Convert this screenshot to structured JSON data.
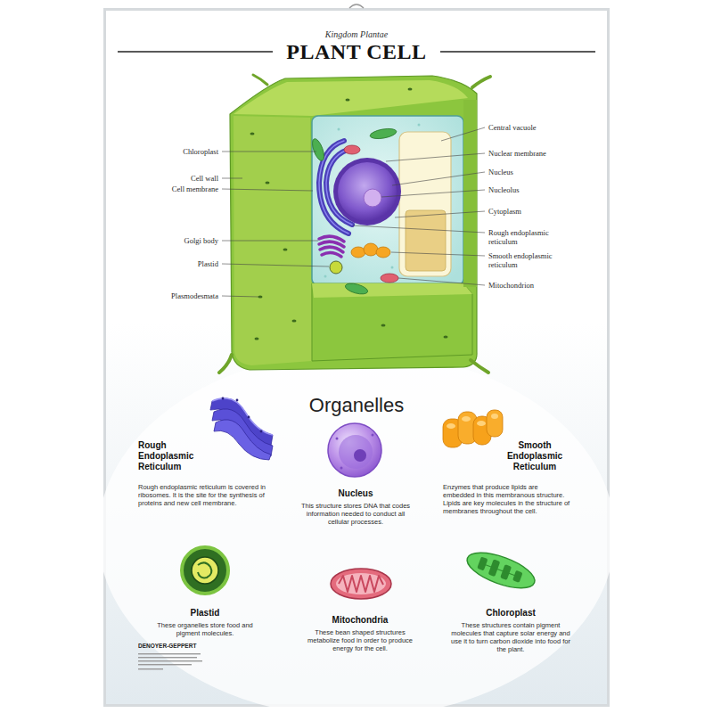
{
  "diagram": {
    "title": "PLANT CELL",
    "nodes": [
      {
        "text": [
          "Rough Endoplasmic Reticulum",
          "Rough endoplasmic reticulum is covered in ribosomes. It is the site for the synthesis of proteins and new cell membrane."
        ]
      },
      {
        "text": [
          "Nucleus",
          "This structure stores DNA that codes information needed to conduct all cellular processes."
        ]
      },
      {
        "text": [
          "Smooth Endoplasmic Reticulum",
          "Enzymes that produce lipids are embedded in this membranous structure. Lipids are key molecules in the structure of membranes throughout the cell."
        ]
      },
      {
        "text": [
          "Plastid",
          "These organelles store food and pigment molecules."
        ]
      },
      {
        "text": [
          "Mitochondria",
          "These bean shaped structures metabolize food in order to produce energy for the cell."
        ]
      },
      {
        "text": [
          "Chloroplast",
          "These structures contain pigment molecules that capture solar energy and use it to turn carbon dioxide into food for the plant."
        ]
      }
    ],
    "labels": [
      "Kingdom Plantae",
      "Chloroplast",
      "Cell wall",
      "Cell membrane",
      "Golgi body",
      "Plastid",
      "Plasmodesmata",
      "Central vacuole",
      "Nuclear membrane",
      "Nucleus",
      "Nucleolus",
      "Cytoplasm",
      "Rough endoplasmic reticulum",
      "Smooth endoplasmic reticulum",
      "Mitochondrion",
      "Organelles",
      "DENOYER-GEPPERT"
    ]
  }
}
